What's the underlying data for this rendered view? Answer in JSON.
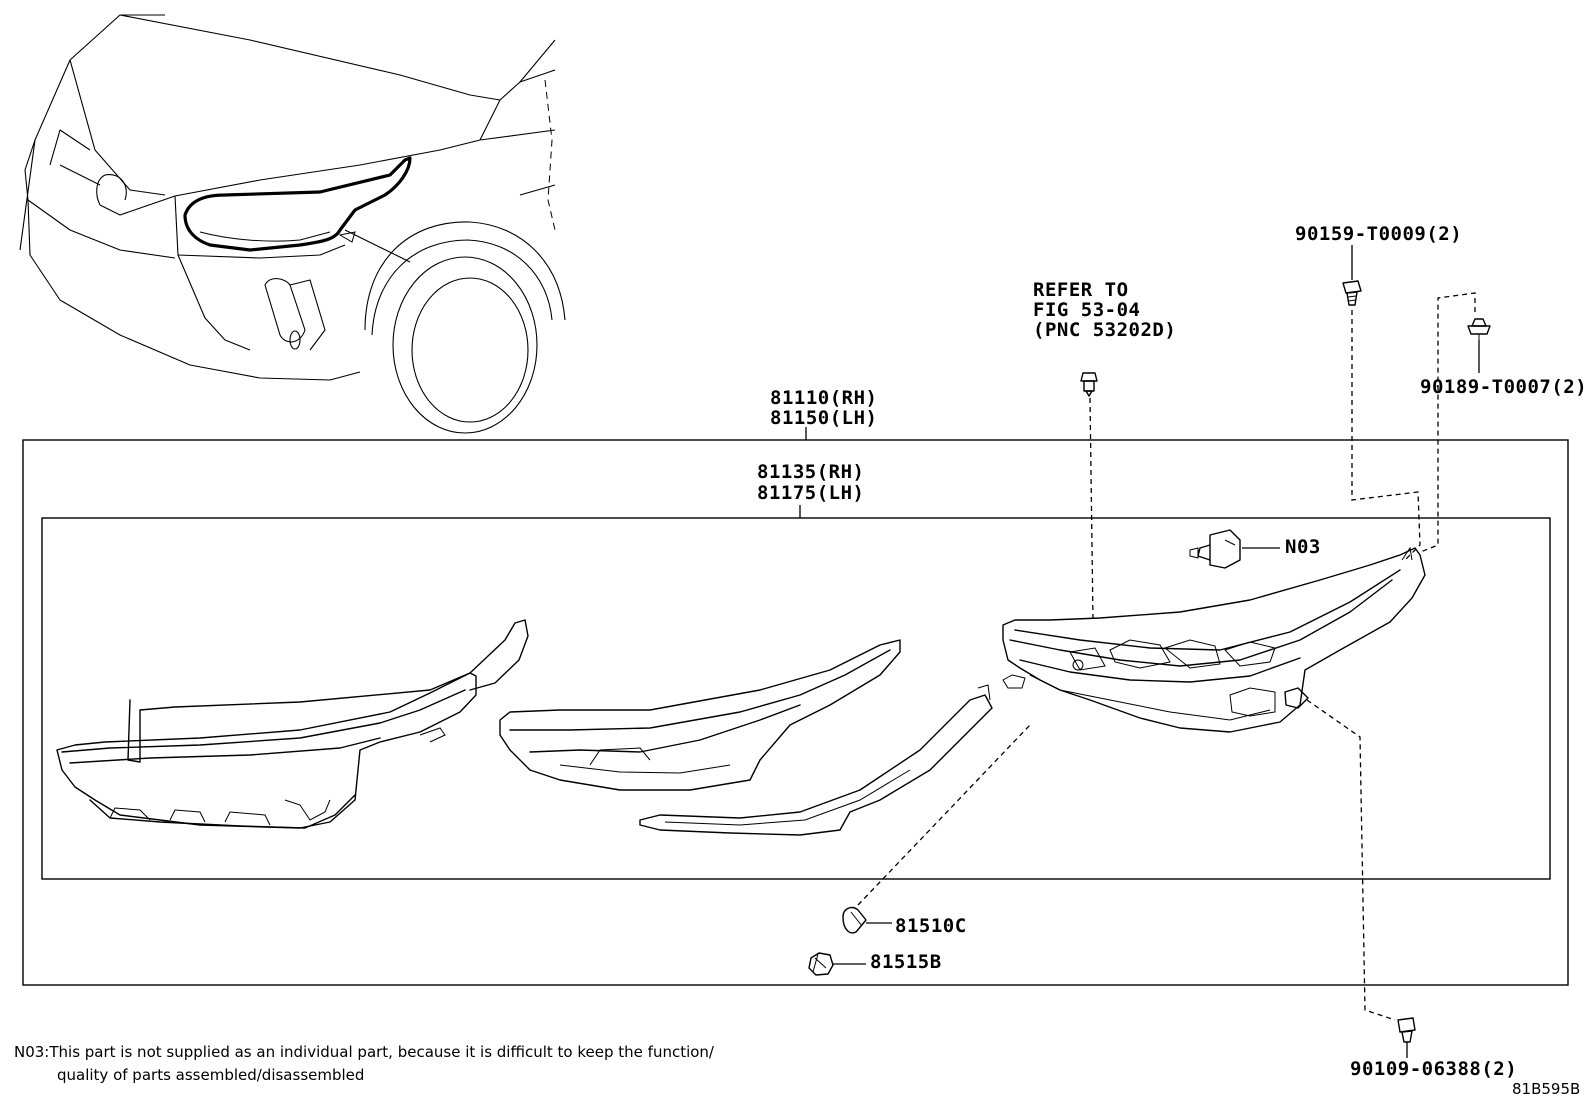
{
  "diagram": {
    "labels": {
      "assembly": [
        "81110(RH)",
        "81150(LH)"
      ],
      "unit": [
        "81135(RH)",
        "81175(LH)"
      ],
      "refer": [
        "REFER TO",
        "FIG 53-04",
        "(PNC 53202D)"
      ],
      "screw_top": "90159-T0009(2)",
      "clip_right": "90189-T0007(2)",
      "n03": "N03",
      "bulb": "81510C",
      "socket": "81515B",
      "screw_bottom": "90109-06388(2)"
    },
    "footnote": {
      "line1": "N03:This part is not supplied as an individual part, because it is difficult to keep the function/",
      "line2": "quality of parts assembled/disassembled"
    },
    "figure_code": "81B595B"
  }
}
